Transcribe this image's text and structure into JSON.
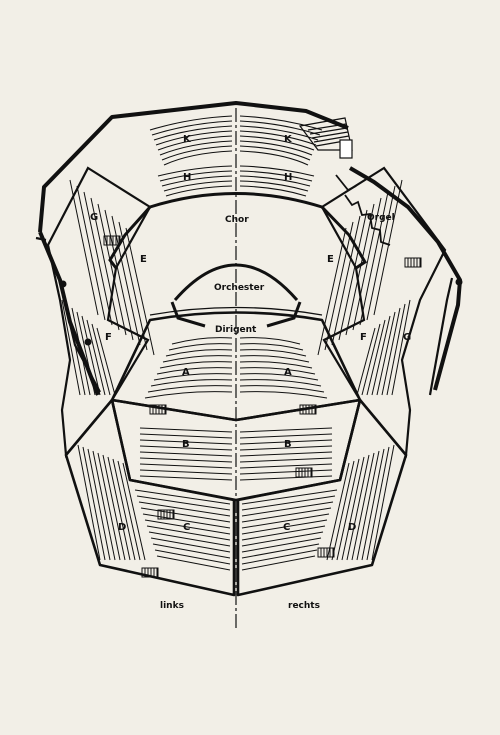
{
  "sections": {
    "k_left": "K",
    "k_right": "K",
    "h_left": "H",
    "h_right": "H",
    "g_left": "G",
    "g_right": "G",
    "e_left": "E",
    "e_right": "E",
    "f_left": "F",
    "f_right": "F",
    "a_left": "A",
    "a_right": "A",
    "b_left": "B",
    "b_right": "B",
    "c_left": "C",
    "c_right": "C",
    "d_left": "D",
    "d_right": "D"
  },
  "areas": {
    "chor": "Chor",
    "orgel": "Orgel",
    "orchester": "Orchester",
    "dirigent": "Dirigent"
  },
  "sides": {
    "left": "links",
    "right": "rechts"
  }
}
